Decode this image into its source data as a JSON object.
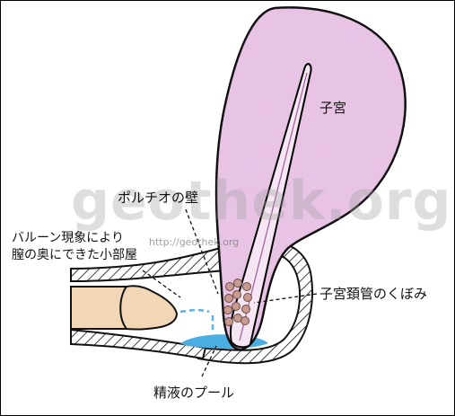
{
  "labels": {
    "uterus": "子宮",
    "portio_wall": "ポルチオの壁",
    "balloon_line1": "バルーン現象により",
    "balloon_line2": "膣の奥にできた小部屋",
    "cervical_hollow": "子宮頚管のくぼみ",
    "semen_pool": "精液のプール"
  },
  "watermark": {
    "big": "geothek.org",
    "url": "http://geothek.org"
  },
  "colors": {
    "uterus_fill": "#e9c3e5",
    "uterus_stroke": "#000000",
    "canal_fill": "#f4e2f1",
    "canal_line": "#a05a9a",
    "vagina_hatch": "#111111",
    "penis_fill": "#f2d7b7",
    "semen_pool": "#4aaee2",
    "semen_dash": "#5bb3e6",
    "cervical_nodule": "#c89a90"
  }
}
